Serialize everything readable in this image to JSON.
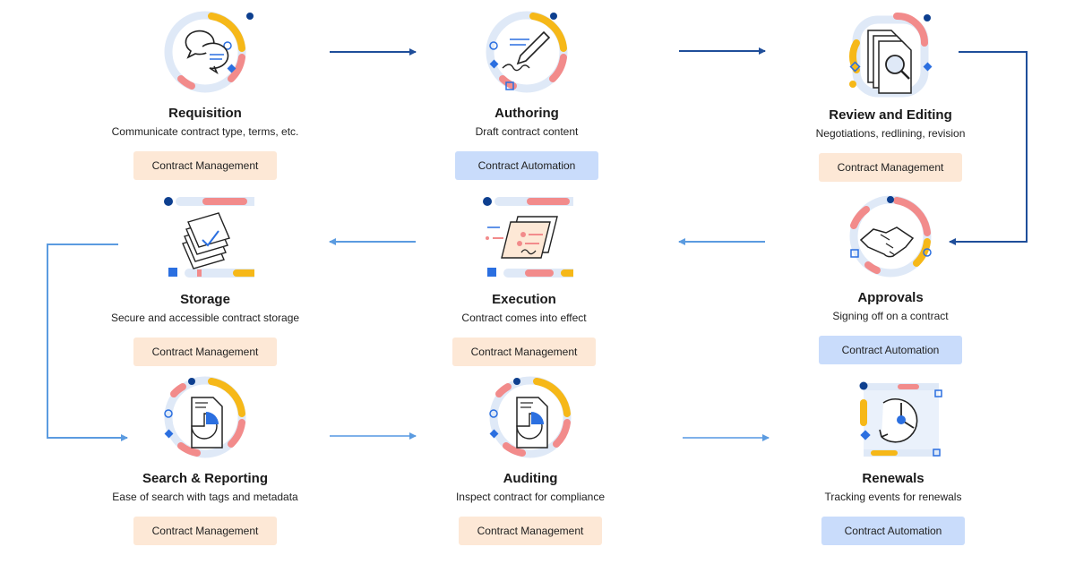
{
  "colors": {
    "arrow_dark": "#1f4e9a",
    "arrow_light": "#5b9be0",
    "management_badge": "#fde8d6",
    "automation_badge": "#c9dcfb",
    "ring_yellow": "#f6b818",
    "ring_coral": "#f28b8b",
    "ring_lightblue": "#dfe9f7",
    "accent_navy": "#0d3f8f",
    "accent_blue": "#2b6fe0"
  },
  "stages": [
    {
      "id": "requisition",
      "icon": "chat-bubbles-icon",
      "title": "Requisition",
      "description": "Communicate contract type, terms, etc.",
      "badge": "Contract Management",
      "badge_type": "management"
    },
    {
      "id": "authoring",
      "icon": "pen-signature-icon",
      "title": "Authoring",
      "description": "Draft contract content",
      "badge": "Contract Automation",
      "badge_type": "automation"
    },
    {
      "id": "review",
      "icon": "document-search-icon",
      "title": "Review and Editing",
      "description": "Negotiations, redlining, revision",
      "badge": "Contract Management",
      "badge_type": "management"
    },
    {
      "id": "storage",
      "icon": "document-stack-icon",
      "title": "Storage",
      "description": "Secure and accessible contract storage",
      "badge": "Contract Management",
      "badge_type": "management"
    },
    {
      "id": "execution",
      "icon": "signed-contract-icon",
      "title": "Execution",
      "description": "Contract comes into effect",
      "badge": "Contract Management",
      "badge_type": "management"
    },
    {
      "id": "approvals",
      "icon": "handshake-icon",
      "title": "Approvals",
      "description": "Signing off on a contract",
      "badge": "Contract Automation",
      "badge_type": "automation"
    },
    {
      "id": "search",
      "icon": "report-chart-icon",
      "title": "Search & Reporting",
      "description": "Ease of search with tags and metadata",
      "badge": "Contract Management",
      "badge_type": "management"
    },
    {
      "id": "auditing",
      "icon": "audit-chart-icon",
      "title": "Auditing",
      "description": "Inspect contract for compliance",
      "badge": "Contract Management",
      "badge_type": "management"
    },
    {
      "id": "renewals",
      "icon": "clock-renewal-icon",
      "title": "Renewals",
      "description": "Tracking events for renewals",
      "badge": "Contract Automation",
      "badge_type": "automation"
    }
  ]
}
